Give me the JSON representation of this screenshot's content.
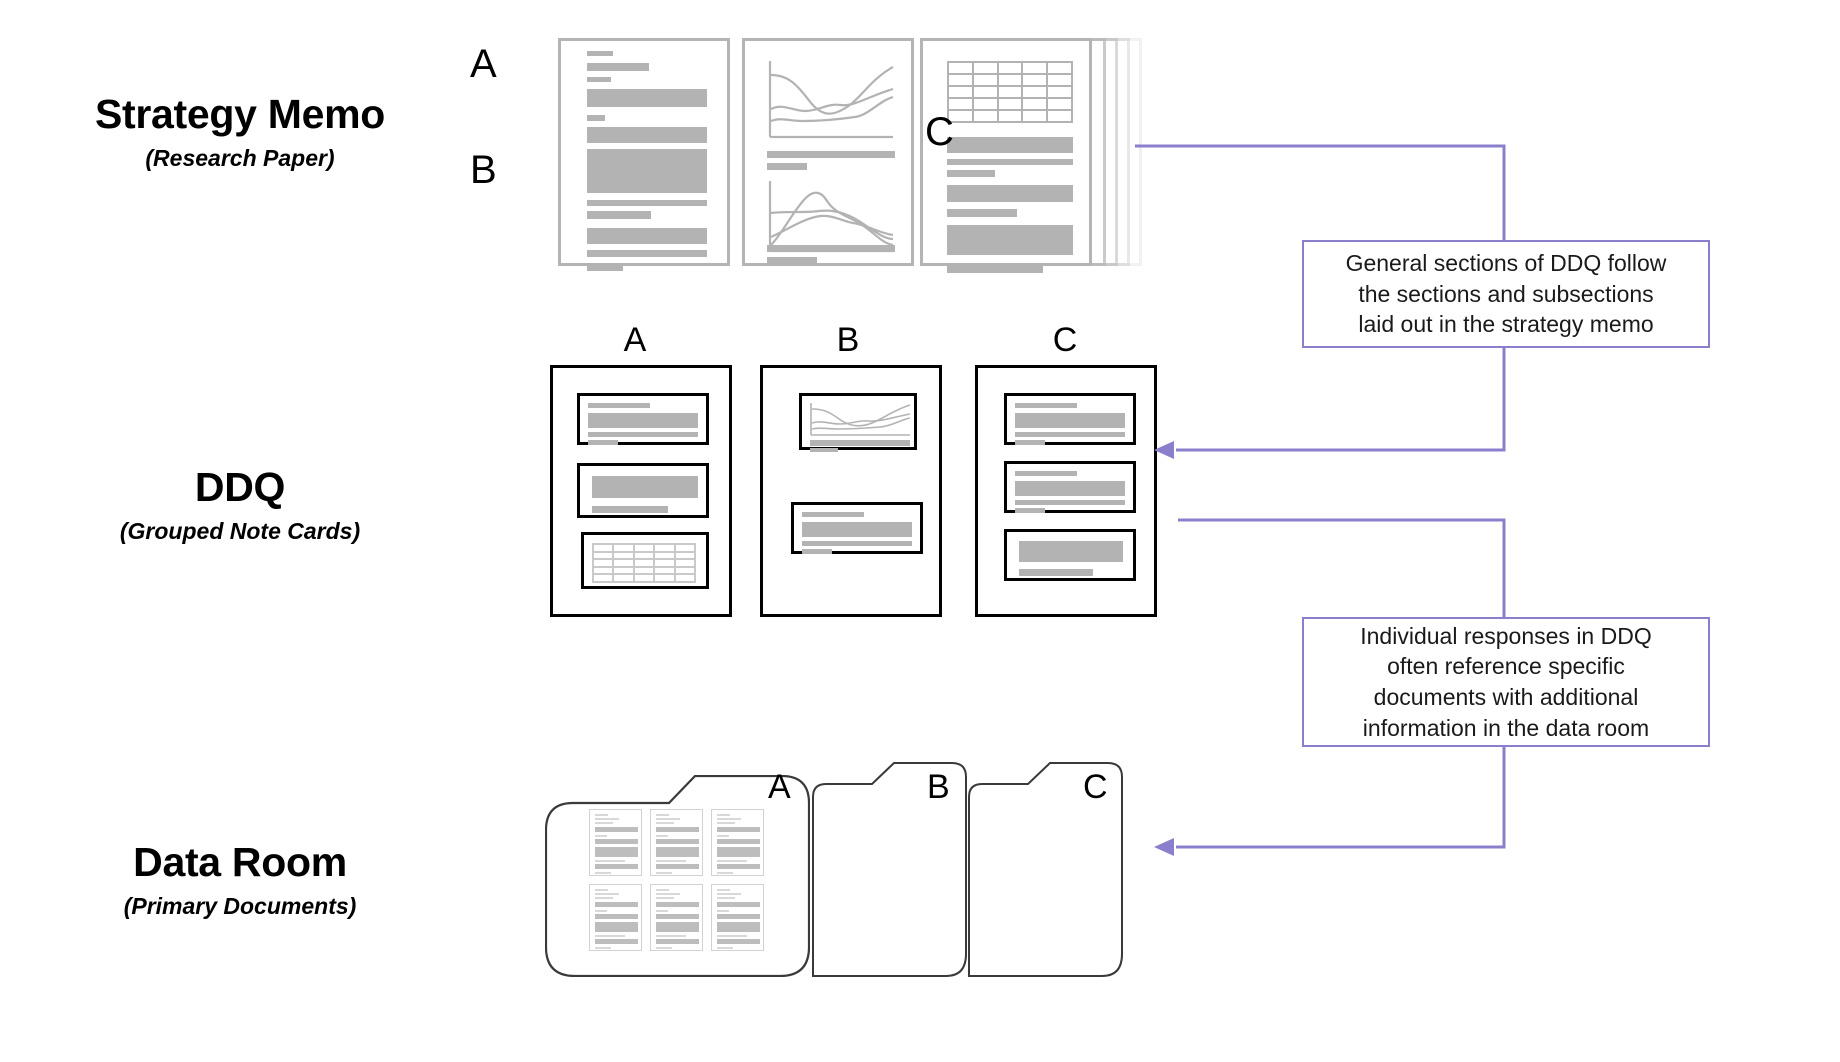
{
  "diagram": {
    "title": "Document hierarchy: Strategy Memo, DDQ, Data Room",
    "accent_color": "#8a7fcd",
    "placeholder_color": "#b3b3b3",
    "rows": [
      {
        "id": "strategy-memo",
        "title": "Strategy Memo",
        "subtitle": "(Research Paper)",
        "section_letters": [
          "A",
          "B",
          "C"
        ]
      },
      {
        "id": "ddq",
        "title": "DDQ",
        "subtitle": "(Grouped Note Cards)",
        "card_letters": [
          "A",
          "B",
          "C"
        ]
      },
      {
        "id": "data-room",
        "title": "Data Room",
        "subtitle": "(Primary Documents)",
        "folder_letters": [
          "A",
          "B",
          "C"
        ]
      }
    ],
    "callouts": [
      {
        "id": "memo-to-ddq",
        "text": "General sections of DDQ follow the sections and subsections laid out in the strategy memo",
        "lines": [
          "General sections of DDQ follow",
          "the sections and subsections",
          "laid out in the strategy memo"
        ],
        "from": "Strategy Memo",
        "to": "DDQ"
      },
      {
        "id": "ddq-to-data-room",
        "text": "Individual responses in DDQ often reference specific documents with additional information in the data room",
        "lines": [
          "Individual responses in DDQ",
          "often reference specific",
          "documents with additional",
          "information in the data room"
        ],
        "from": "DDQ",
        "to": "Data Room"
      }
    ]
  }
}
